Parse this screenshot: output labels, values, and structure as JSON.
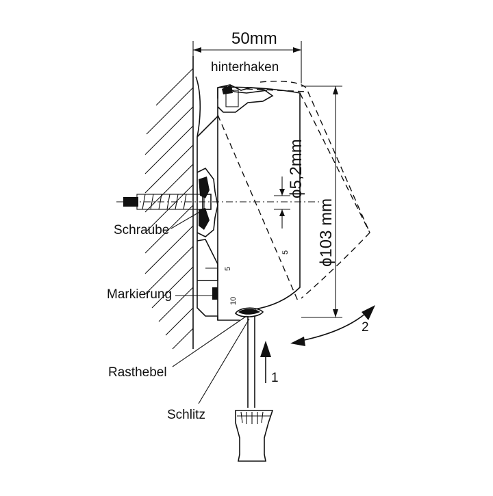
{
  "labels": {
    "width_dim": "50mm",
    "hinterhaken": "hinterhaken",
    "hole_dim": "ϕ5,2mm",
    "diameter_dim": "ϕ103 mm",
    "schraube": "Schraube",
    "markierung": "Markierung",
    "rasthebel": "Rasthebel",
    "schlitz": "Schlitz",
    "arrow_1": "1",
    "arrow_2": "2",
    "scale_5": "5",
    "scale_10": "10",
    "scale_5_inner": "5"
  }
}
